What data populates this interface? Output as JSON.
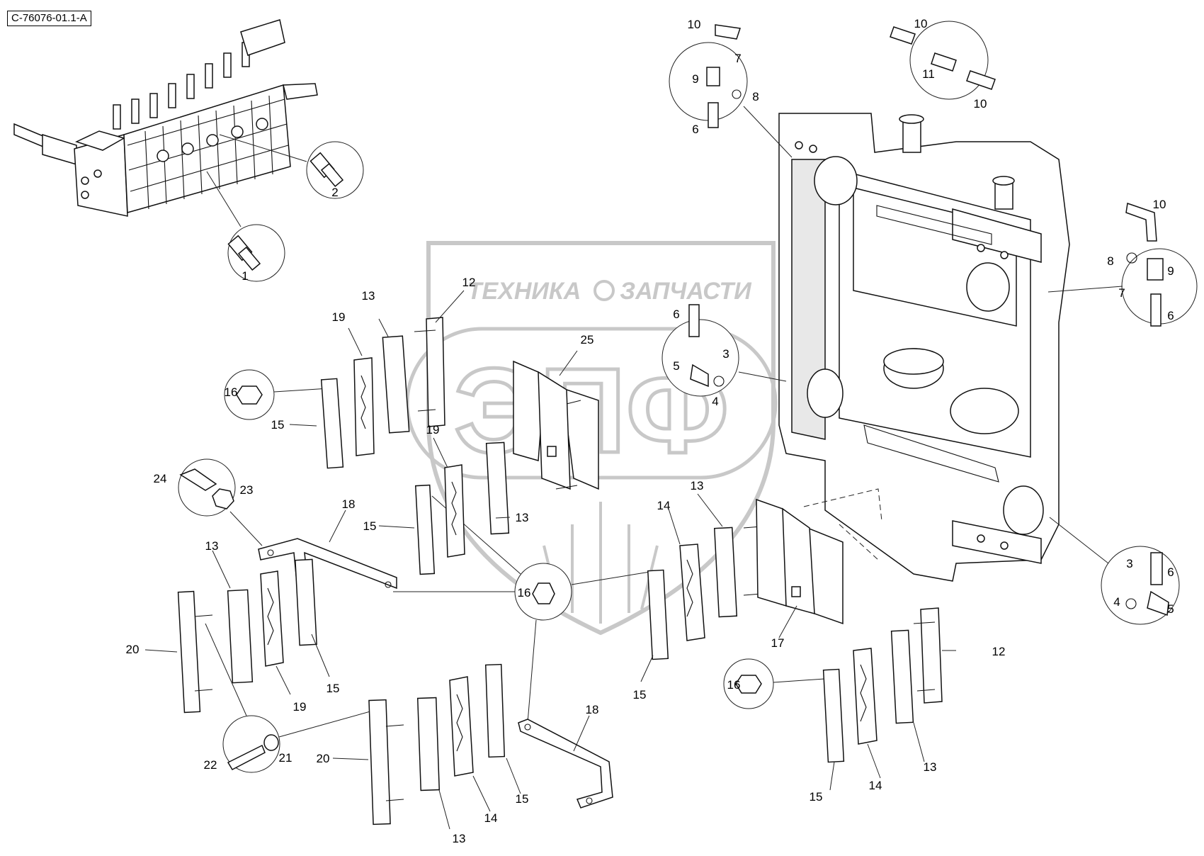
{
  "drawing_code": "C-76076-01.1-A",
  "watermark": {
    "brand_left": "ТЕХНИКА",
    "brand_right": "ЗАПЧАСТИ",
    "monogram": "ЭПФ"
  },
  "callouts": [
    {
      "id": "c1",
      "text": "1"
    },
    {
      "id": "c2",
      "text": "2"
    },
    {
      "id": "c10a",
      "text": "10"
    },
    {
      "id": "c7a",
      "text": "7"
    },
    {
      "id": "c9a",
      "text": "9"
    },
    {
      "id": "c8a",
      "text": "8"
    },
    {
      "id": "c6a",
      "text": "6"
    },
    {
      "id": "c10b",
      "text": "10"
    },
    {
      "id": "c11",
      "text": "11"
    },
    {
      "id": "c10c",
      "text": "10"
    },
    {
      "id": "c10d",
      "text": "10"
    },
    {
      "id": "c8b",
      "text": "8"
    },
    {
      "id": "c9b",
      "text": "9"
    },
    {
      "id": "c7b",
      "text": "7"
    },
    {
      "id": "c6b",
      "text": "6"
    },
    {
      "id": "c6c",
      "text": "6"
    },
    {
      "id": "c3a",
      "text": "3"
    },
    {
      "id": "c5a",
      "text": "5"
    },
    {
      "id": "c4a",
      "text": "4"
    },
    {
      "id": "c12a",
      "text": "12"
    },
    {
      "id": "c13a",
      "text": "13"
    },
    {
      "id": "c19a",
      "text": "19"
    },
    {
      "id": "c25",
      "text": "25"
    },
    {
      "id": "c16a",
      "text": "16"
    },
    {
      "id": "c15a",
      "text": "15"
    },
    {
      "id": "c19b",
      "text": "19"
    },
    {
      "id": "c13b",
      "text": "13"
    },
    {
      "id": "c24",
      "text": "24"
    },
    {
      "id": "c23",
      "text": "23"
    },
    {
      "id": "c18a",
      "text": "18"
    },
    {
      "id": "c15b",
      "text": "15"
    },
    {
      "id": "c13c",
      "text": "13"
    },
    {
      "id": "c20a",
      "text": "20"
    },
    {
      "id": "c19c",
      "text": "19"
    },
    {
      "id": "c15c",
      "text": "15"
    },
    {
      "id": "c16b",
      "text": "16"
    },
    {
      "id": "c14a",
      "text": "14"
    },
    {
      "id": "c13d",
      "text": "13"
    },
    {
      "id": "c17",
      "text": "17"
    },
    {
      "id": "c15d",
      "text": "15"
    },
    {
      "id": "c3b",
      "text": "3"
    },
    {
      "id": "c6d",
      "text": "6"
    },
    {
      "id": "c4b",
      "text": "4"
    },
    {
      "id": "c5b",
      "text": "5"
    },
    {
      "id": "c12b",
      "text": "12"
    },
    {
      "id": "c16c",
      "text": "16"
    },
    {
      "id": "c13e",
      "text": "13"
    },
    {
      "id": "c14b",
      "text": "14"
    },
    {
      "id": "c15e",
      "text": "15"
    },
    {
      "id": "c22",
      "text": "22"
    },
    {
      "id": "c21",
      "text": "21"
    },
    {
      "id": "c20b",
      "text": "20"
    },
    {
      "id": "c18b",
      "text": "18"
    },
    {
      "id": "c15f",
      "text": "15"
    },
    {
      "id": "c13f",
      "text": "13"
    },
    {
      "id": "c14c",
      "text": "14"
    }
  ]
}
